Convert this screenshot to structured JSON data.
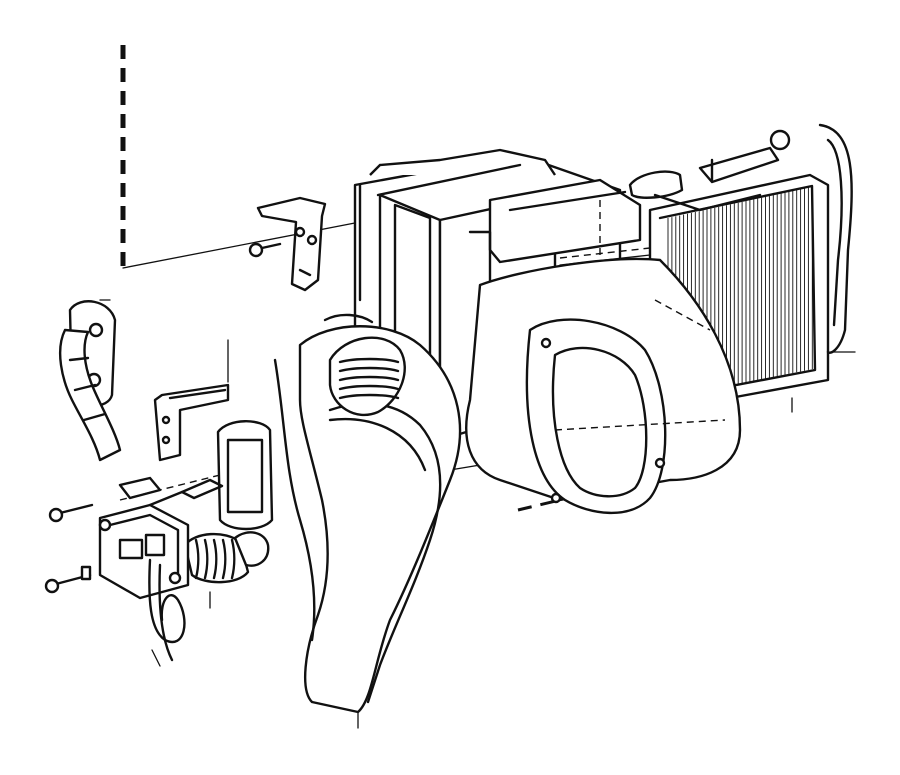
{
  "diagram": {
    "kind": "exploded-parts-drawing",
    "style": "black line art on white",
    "colors": {
      "line": "#111111",
      "background": "#ffffff"
    },
    "components": [
      "heater-housing",
      "heater-core-radiator",
      "blower-motor-housing",
      "air-duct-elbow",
      "blower-motor",
      "valve-bracket",
      "mounting-bracket",
      "hose",
      "grommet-plate",
      "screw",
      "wiring-loop"
    ]
  }
}
